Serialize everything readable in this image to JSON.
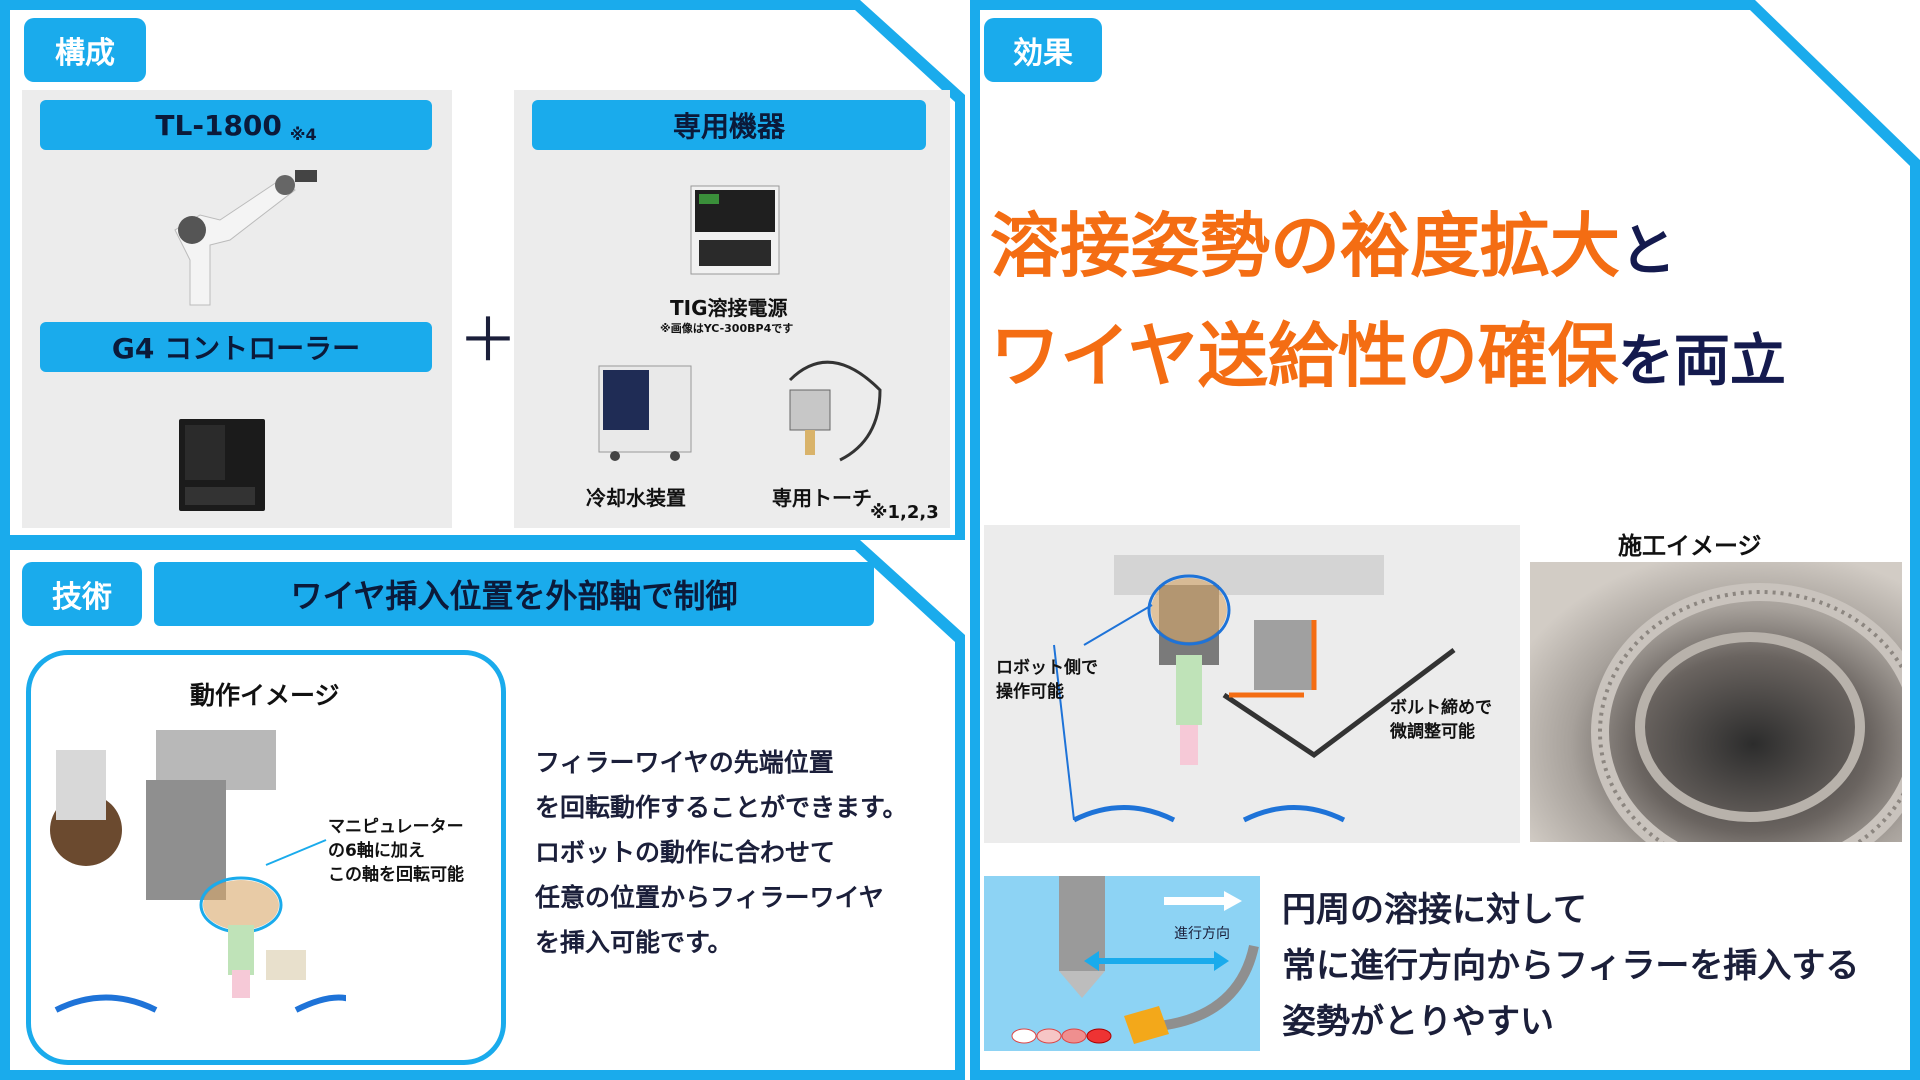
{
  "composition": {
    "tag": "構成",
    "robot_label": "TL-1800",
    "robot_note": "※4",
    "controller_label": "G4 コントローラー",
    "plus": "＋",
    "equipment_label": "専用機器",
    "tig_caption": "TIG溶接電源",
    "tig_note": "※画像はYC-300BP4です",
    "cooler_caption": "冷却水装置",
    "torch_caption": "専用トーチ",
    "torch_note": "※1,2,3"
  },
  "technology": {
    "tag": "技術",
    "title": "ワイヤ挿入位置を外部軸で制御",
    "image_title": "動作イメージ",
    "annotation": [
      "マニピュレーター",
      "の6軸に加え",
      "この軸を回転可能"
    ],
    "description": [
      "フィラーワイヤの先端位置",
      "を回転動作することができます。",
      "ロボットの動作に合わせて",
      "任意の位置からフィラーワイヤ",
      "を挿入可能です。"
    ]
  },
  "effect": {
    "tag": "効果",
    "headline_1_orange": "溶接姿勢の裕度拡大",
    "headline_1_navy": "と",
    "headline_2_orange": "ワイヤ送給性の確保",
    "headline_2_navy": "を両立",
    "robot_side": [
      "ロボット側で",
      "操作可能"
    ],
    "bolt_note": [
      "ボルト締めで",
      "微調整可能"
    ],
    "result_title": "施工イメージ",
    "direction_label": "進行方向",
    "benefit": [
      "円周の溶接に対して",
      "常に進行方向からフィラーを挿入する",
      "姿勢がとりやすい"
    ]
  },
  "colors": {
    "accent": "#1aabec",
    "orange": "#f46d13",
    "navy": "#141a4e"
  }
}
